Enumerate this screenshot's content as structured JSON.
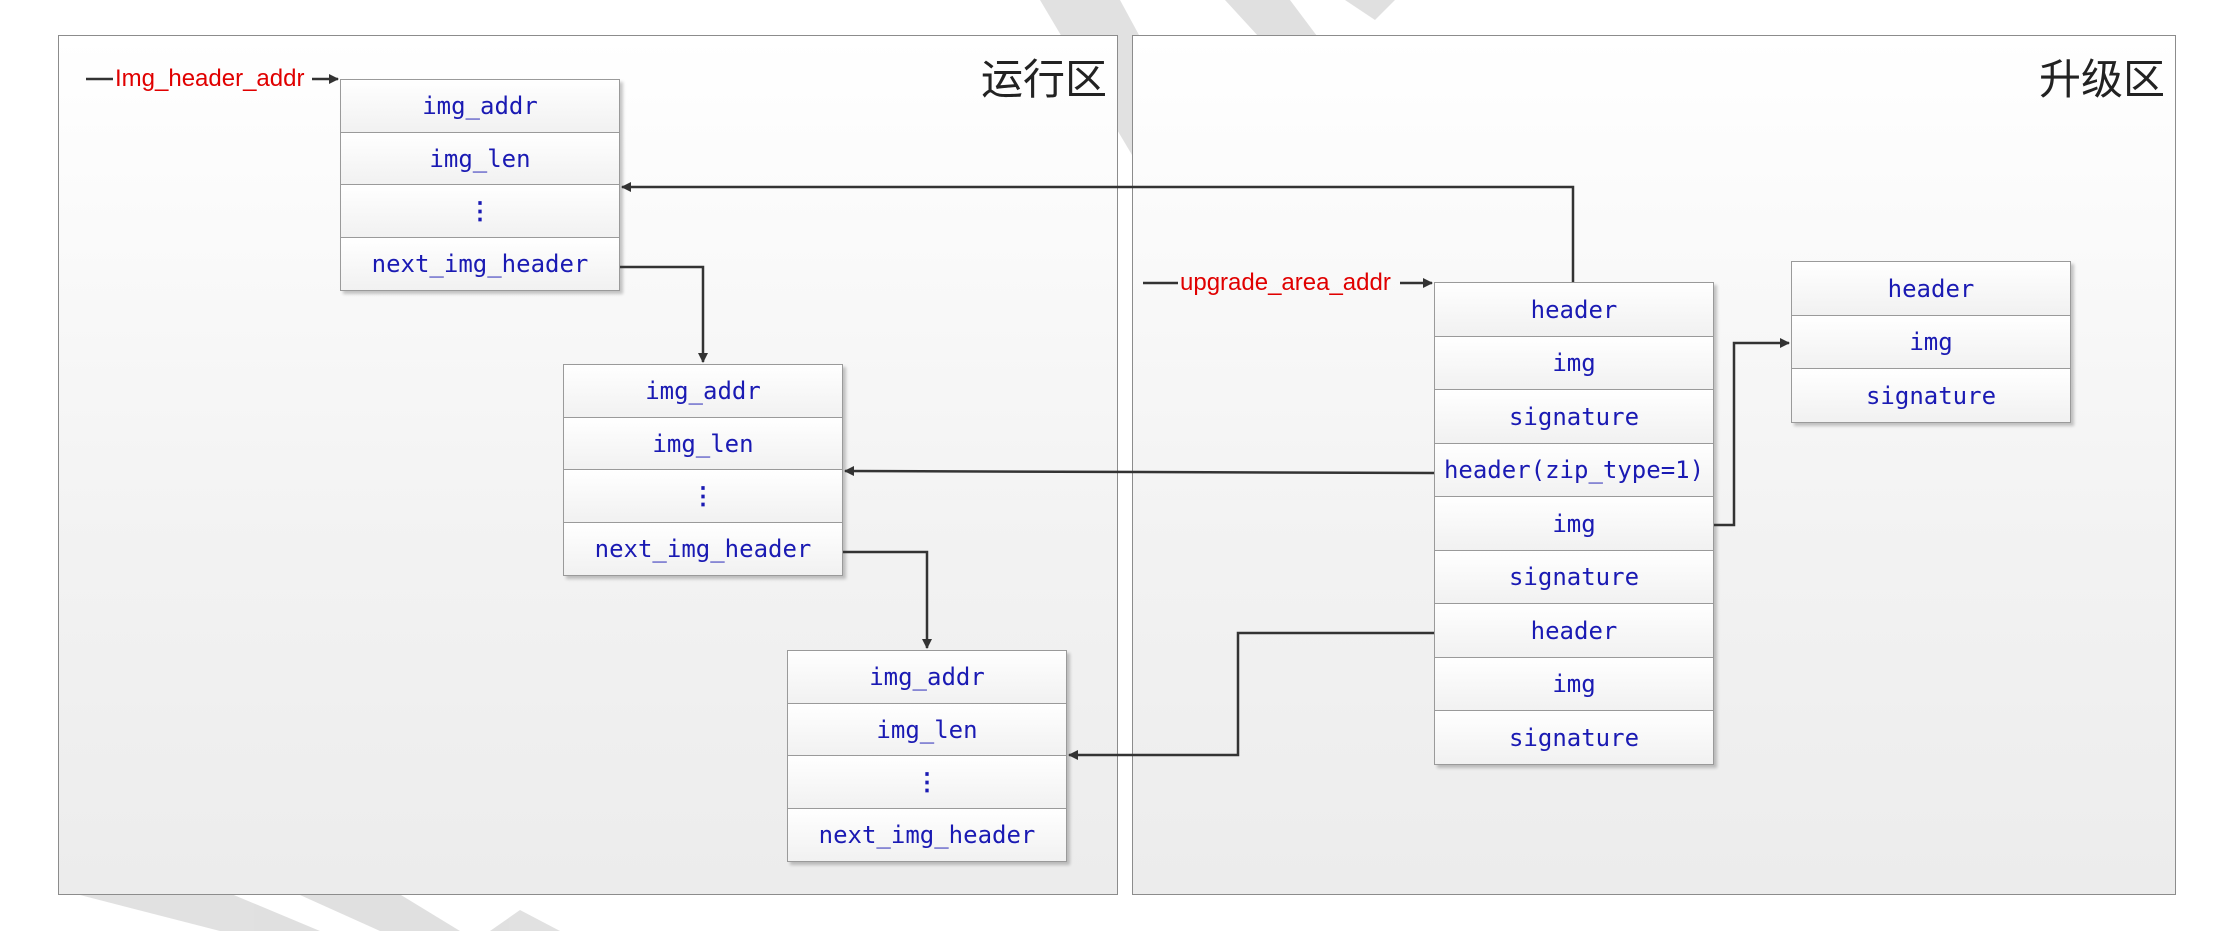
{
  "panels": {
    "run_area": {
      "title": "运行区"
    },
    "upgrade_area": {
      "title": "升级区"
    }
  },
  "labels": {
    "img_header_addr": "Img_header_addr",
    "upgrade_area_addr": "upgrade_area_addr"
  },
  "run_headers": [
    {
      "cells": [
        "img_addr",
        "img_len",
        "⋮",
        "next_img_header"
      ]
    },
    {
      "cells": [
        "img_addr",
        "img_len",
        "⋮",
        "next_img_header"
      ]
    },
    {
      "cells": [
        "img_addr",
        "img_len",
        "⋮",
        "next_img_header"
      ]
    }
  ],
  "upgrade_stack": {
    "cells": [
      "header",
      "img",
      "signature",
      "header(zip_type=1)",
      "img",
      "signature",
      "header",
      "img",
      "signature"
    ]
  },
  "zip_stack": {
    "cells": [
      "header",
      "img",
      "signature"
    ]
  },
  "colors": {
    "cell_text": "#1a1ab3",
    "address_label": "#e00000",
    "arrow": "#333333",
    "panel_border": "#8c8c8c"
  }
}
